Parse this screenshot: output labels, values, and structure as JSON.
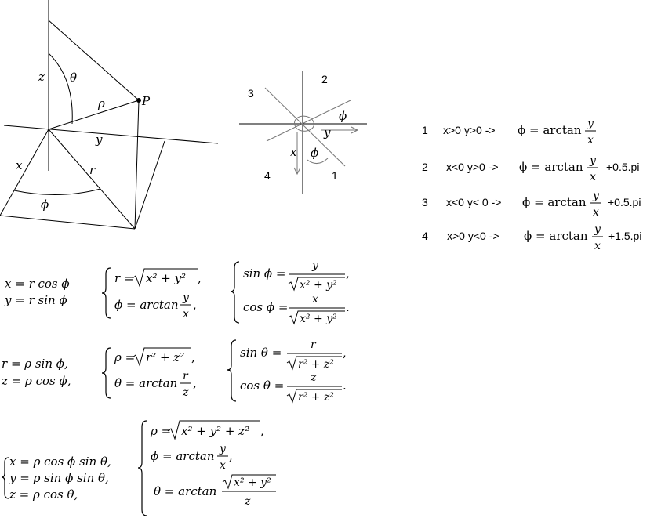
{
  "diagram3d": {
    "label_z": "z",
    "label_theta": "θ",
    "label_rho": "ρ",
    "label_P": "P",
    "label_y": "y",
    "label_x": "x",
    "label_r": "r",
    "label_phi": "ϕ"
  },
  "quadrant": {
    "q1": "1",
    "q2": "2",
    "q3": "3",
    "q4": "4",
    "label_phi_top": "ϕ",
    "label_y": "y",
    "label_x": "x",
    "label_phi_bottom": "ϕ"
  },
  "table": {
    "rows": [
      {
        "num": "1",
        "cond": "x>0 y>0  ->",
        "lhs": "ϕ = arctan",
        "num_frac": "y",
        "den_frac": "x",
        "offset": ""
      },
      {
        "num": "2",
        "cond": "x<0 y>0 ->",
        "lhs": "ϕ = arctan",
        "num_frac": "y",
        "den_frac": "x",
        "offset": "+0.5.pi"
      },
      {
        "num": "3",
        "cond": "x<0 y< 0 ->",
        "lhs": "ϕ = arctan",
        "num_frac": "y",
        "den_frac": "x",
        "offset": "+0.5.pi"
      },
      {
        "num": "4",
        "cond": "x>0 y<0 ->",
        "lhs": "ϕ = arctan",
        "num_frac": "y",
        "den_frac": "x",
        "offset": "+1.5.pi"
      }
    ]
  },
  "formulas": {
    "g1": {
      "a1": "x = r cos ϕ",
      "a2": "y = r sin ϕ",
      "b1": "r = ",
      "b1_rad": "x² + y²",
      "b1_end": ",",
      "b2": "ϕ = arctan",
      "b2_num": "y",
      "b2_den": "x",
      "b2_end": ",",
      "c1": "sin ϕ =",
      "c1_num": "y",
      "c1_rad": "x² + y²",
      "c1_end": ",",
      "c2": "cos ϕ =",
      "c2_num": "x",
      "c2_rad": "x² + y²",
      "c2_end": "."
    },
    "g2": {
      "a1": "r = ρ sin ϕ,",
      "a2": "z = ρ cos ϕ,",
      "b1": "ρ = ",
      "b1_rad": "r² + z²",
      "b1_end": ",",
      "b2": "θ = arctan",
      "b2_num": "r",
      "b2_den": "z",
      "b2_end": ",",
      "c1": "sin θ =",
      "c1_num": "r",
      "c1_rad": "r² + z²",
      "c1_end": ",",
      "c2": "cos θ =",
      "c2_num": "z",
      "c2_rad": "r² + z²",
      "c2_end": "."
    },
    "g3": {
      "a1": "x = ρ cos ϕ sin θ,",
      "a2": "y = ρ sin ϕ sin θ,",
      "a3": "z = ρ cos θ,",
      "b1": "ρ = ",
      "b1_rad": "x² + y² + z²",
      "b1_end": ",",
      "b2": "ϕ = arctan",
      "b2_num": "y",
      "b2_den": "x",
      "b2_end": ",",
      "b3": "θ = arctan",
      "b3_rad": "x² + y²",
      "b3_den": "z"
    }
  }
}
